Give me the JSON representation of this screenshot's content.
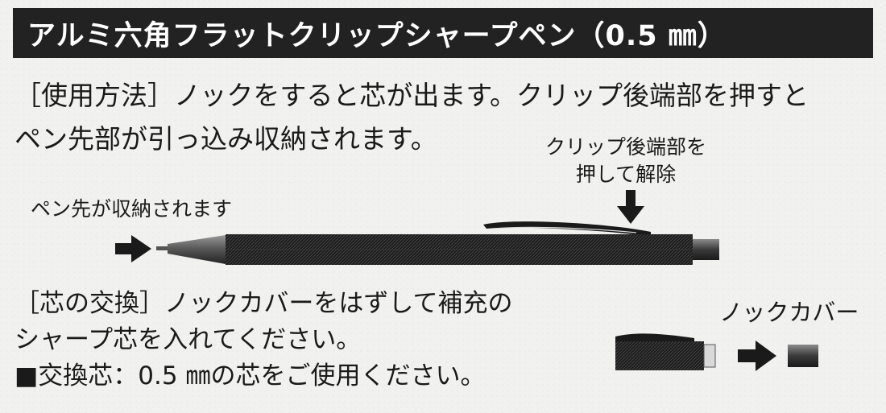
{
  "title": "アルミ六角フラットクリップシャープペン（0.5 ㎜）",
  "usage": {
    "line1": "［使用方法］ノックをすると芯が出ます。クリップ後端部を押すと",
    "line2": "ペン先部が引っ込み収納されます。"
  },
  "callouts": {
    "clip_release_line1": "クリップ後端部を",
    "clip_release_line2": "押して解除",
    "retract": "ペン先が収納されます",
    "knock_cover": "ノックカバー"
  },
  "exchange": {
    "line1": "［芯の交換］ノックカバーをはずして補充の",
    "line2": "シャープ芯を入れてください。",
    "line3": "■交換芯：0.5 ㎜の芯をご使用ください。"
  },
  "colors": {
    "title_bar": "#222222",
    "ink": "#1a1a1a",
    "paper": "#f1f1ef"
  },
  "icons": [
    "arrow-right-icon",
    "arrow-down-icon"
  ]
}
